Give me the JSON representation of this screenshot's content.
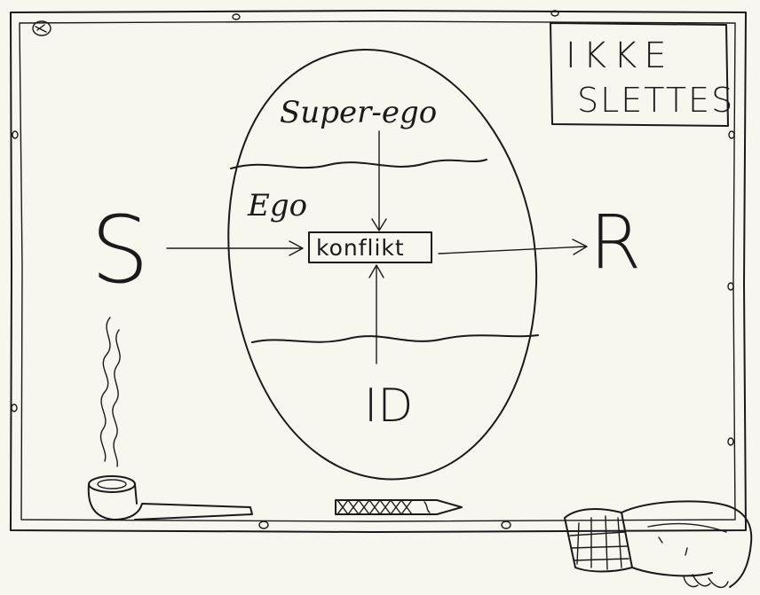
{
  "sign": {
    "line1": "IKKE",
    "line2": "SLETTES"
  },
  "diagram": {
    "superego_label": "Super-ego",
    "ego_label": "Ego",
    "conflict_label": "konflikt",
    "id_label": "ID",
    "stimulus_label": "S",
    "response_label": "R"
  },
  "colors": {
    "ink": "#1a1a1a",
    "paper": "#f7f6ef"
  }
}
